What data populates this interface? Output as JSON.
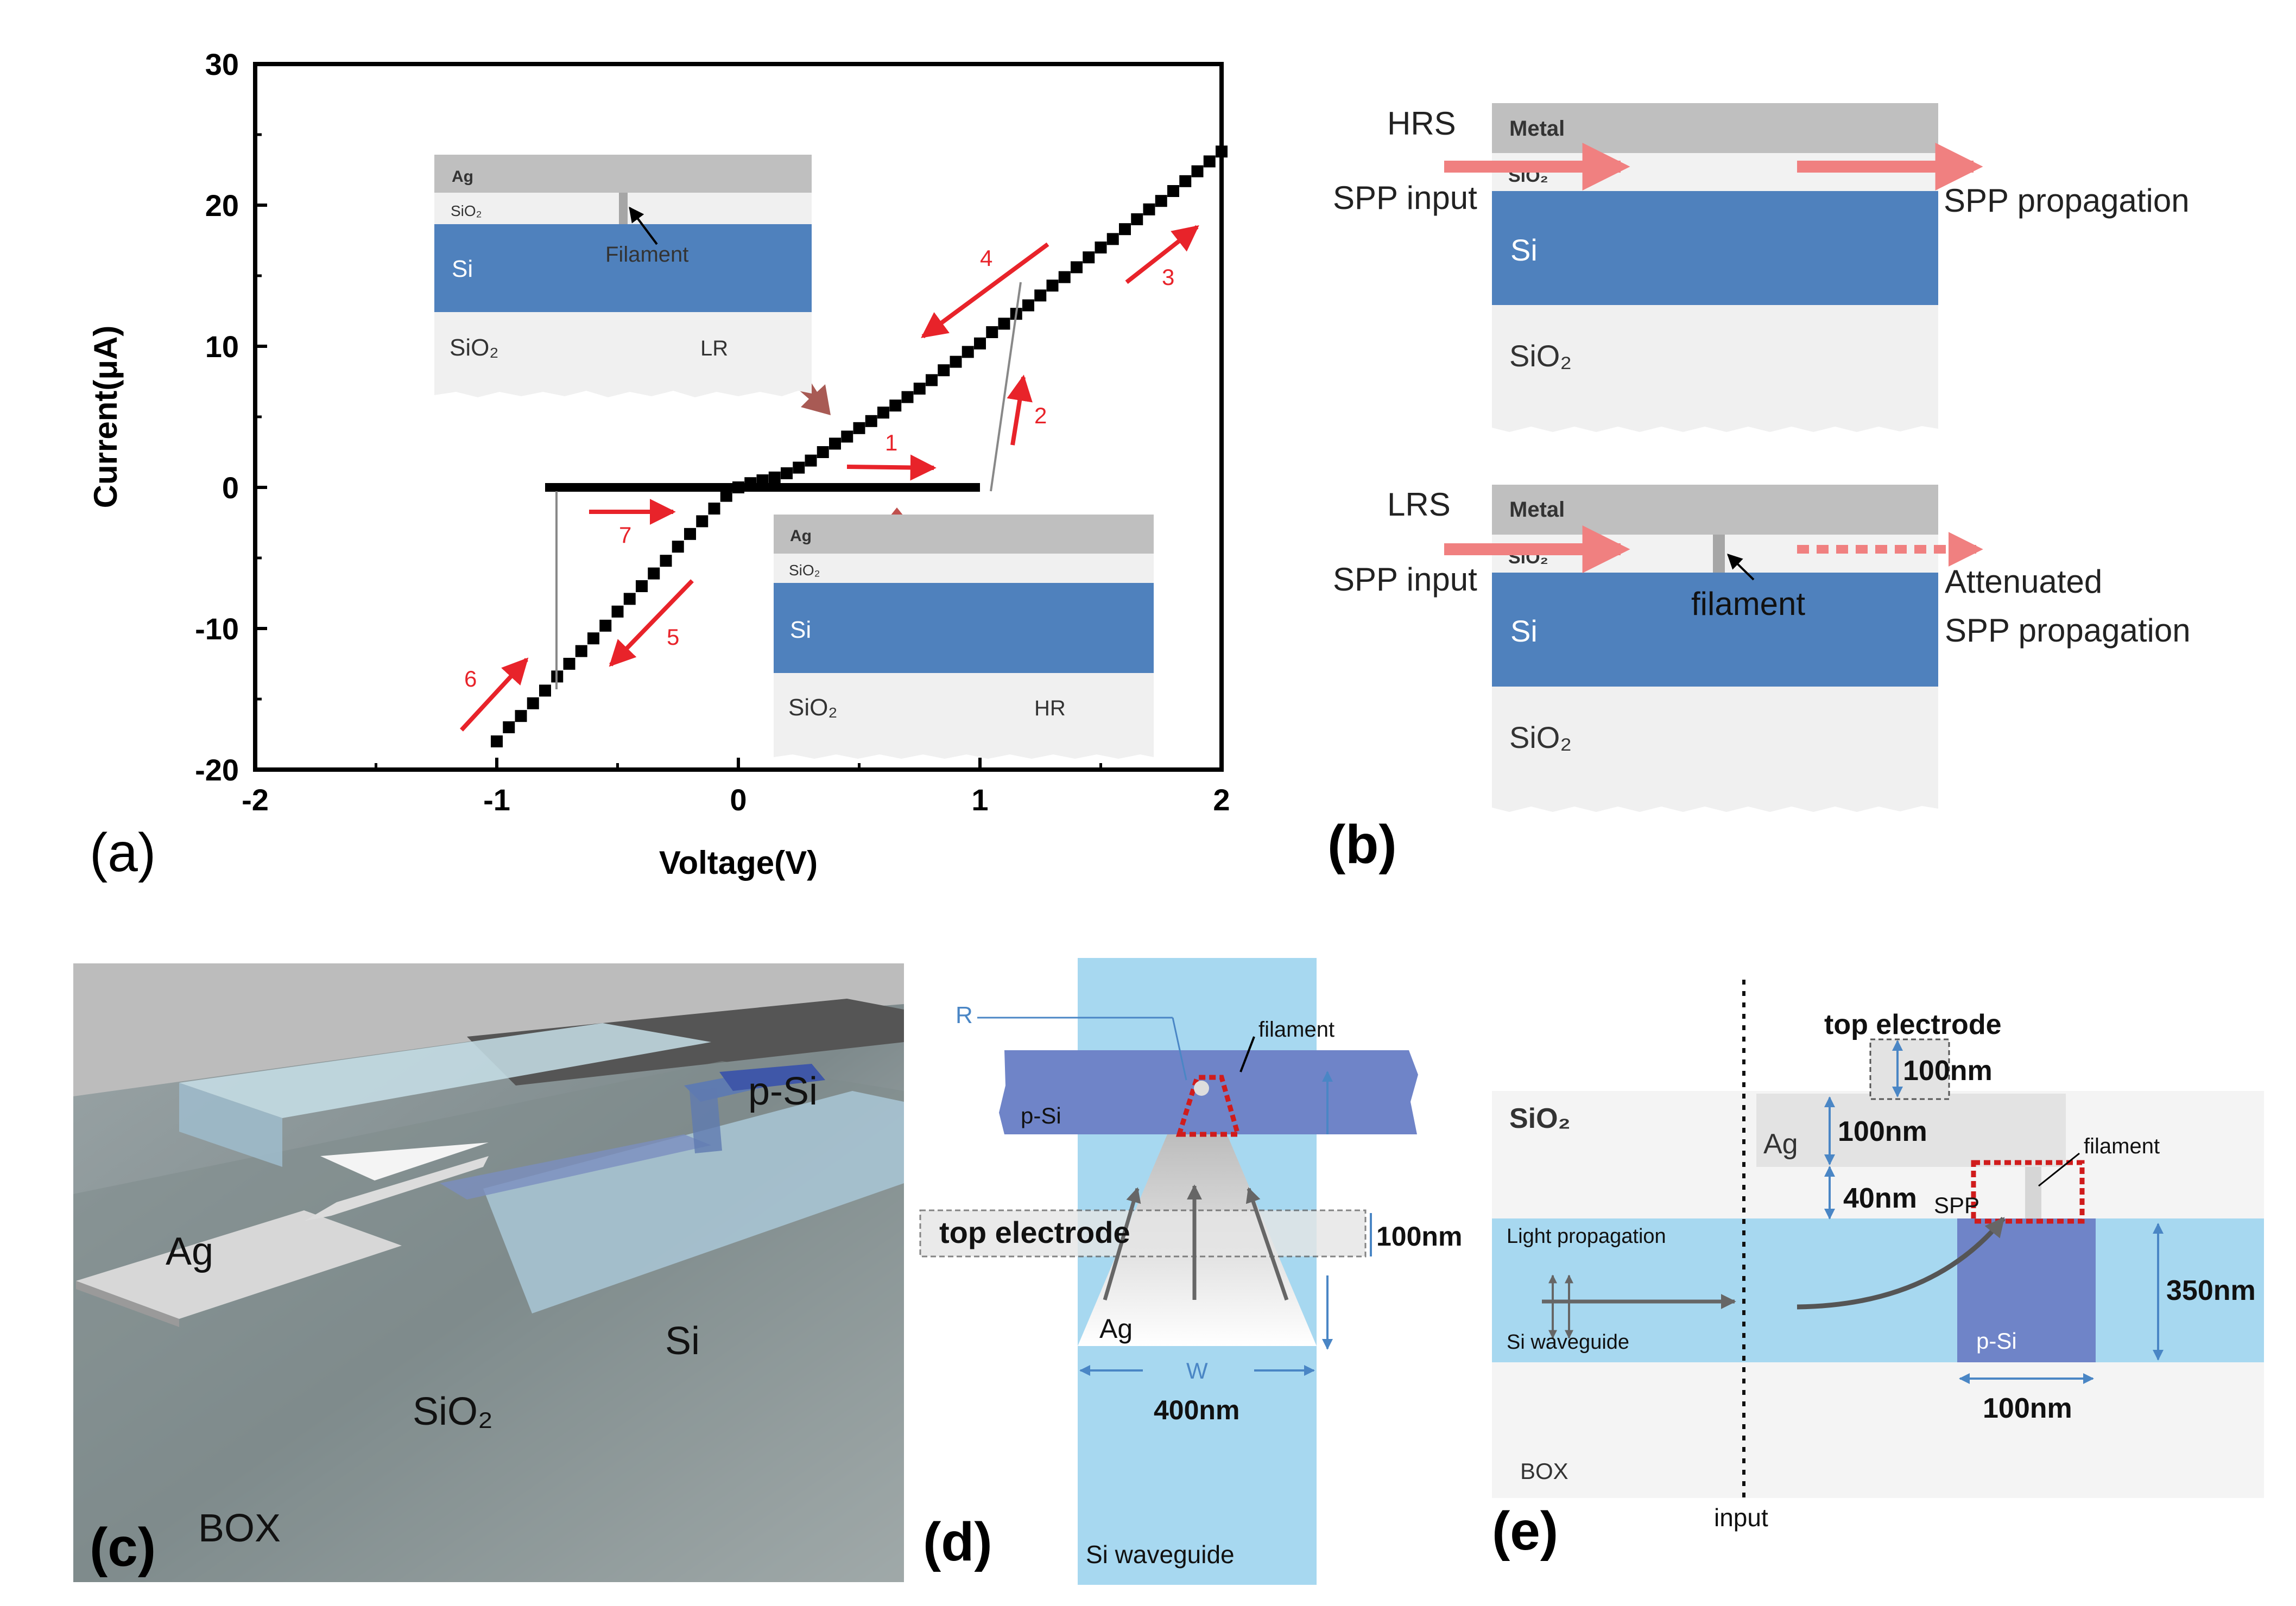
{
  "panel_a": {
    "label": "(a)",
    "xlabel": "Voltage(V)",
    "ylabel": "Current(μA)",
    "inset_lr": {
      "ag": "Ag",
      "sio2_top": "SiO₂",
      "si": "Si",
      "filament": "Filament",
      "sio2_bottom": "SiO₂",
      "state": "LR"
    },
    "inset_hr": {
      "ag": "Ag",
      "sio2_top": "SiO₂",
      "si": "Si",
      "sio2_bottom": "SiO₂",
      "state": "HR"
    },
    "arrow_numbers": [
      "1",
      "2",
      "3",
      "4",
      "5",
      "6",
      "7"
    ]
  },
  "chart_data": {
    "type": "scatter",
    "title": "",
    "xlabel": "Voltage(V)",
    "ylabel": "Current(μA)",
    "xlim": [
      -2,
      2
    ],
    "ylim": [
      -20,
      30
    ],
    "xticks": [
      -2,
      -1,
      0,
      1,
      2
    ],
    "yticks": [
      -20,
      -10,
      0,
      10,
      20,
      30
    ],
    "grid": false,
    "series": [
      {
        "points": [
          [
            -1.0,
            -18.0
          ],
          [
            -0.95,
            -17.0
          ],
          [
            -0.9,
            -16.2
          ],
          [
            -0.85,
            -15.3
          ],
          [
            -0.8,
            -14.4
          ],
          [
            -0.75,
            -13.4
          ],
          [
            -0.7,
            -12.5
          ],
          [
            -0.65,
            -11.6
          ],
          [
            -0.6,
            -10.7
          ],
          [
            -0.55,
            -9.8
          ],
          [
            -0.5,
            -8.8
          ],
          [
            -0.45,
            -7.9
          ],
          [
            -0.4,
            -7.0
          ],
          [
            -0.35,
            -6.1
          ],
          [
            -0.3,
            -5.2
          ],
          [
            -0.25,
            -4.2
          ],
          [
            -0.2,
            -3.3
          ],
          [
            -0.15,
            -2.4
          ],
          [
            -0.1,
            -1.5
          ],
          [
            -0.05,
            -0.6
          ],
          [
            0.0,
            0.0
          ],
          [
            0.05,
            0.3
          ],
          [
            0.1,
            0.5
          ],
          [
            0.15,
            0.7
          ],
          [
            0.2,
            1.0
          ],
          [
            0.25,
            1.4
          ],
          [
            0.3,
            1.9
          ],
          [
            0.35,
            2.5
          ],
          [
            0.4,
            3.1
          ],
          [
            0.45,
            3.6
          ],
          [
            0.5,
            4.2
          ],
          [
            0.55,
            4.7
          ],
          [
            0.6,
            5.3
          ],
          [
            0.65,
            5.8
          ],
          [
            0.7,
            6.4
          ],
          [
            0.75,
            7.0
          ],
          [
            0.8,
            7.6
          ],
          [
            0.85,
            8.3
          ],
          [
            0.9,
            8.9
          ],
          [
            0.95,
            9.6
          ],
          [
            1.0,
            10.2
          ],
          [
            1.05,
            11.0
          ],
          [
            1.1,
            11.6
          ],
          [
            1.15,
            12.3
          ],
          [
            1.2,
            12.9
          ],
          [
            1.25,
            13.6
          ],
          [
            1.3,
            14.3
          ],
          [
            1.35,
            14.9
          ],
          [
            1.4,
            15.6
          ],
          [
            1.45,
            16.3
          ],
          [
            1.5,
            17.0
          ],
          [
            1.55,
            17.6
          ],
          [
            1.6,
            18.3
          ],
          [
            1.65,
            19.0
          ],
          [
            1.7,
            19.7
          ],
          [
            1.75,
            20.3
          ],
          [
            1.8,
            21.0
          ],
          [
            1.85,
            21.7
          ],
          [
            1.9,
            22.4
          ],
          [
            1.95,
            23.1
          ],
          [
            2.0,
            23.8
          ]
        ]
      },
      {
        "points": [
          [
            -0.8,
            0.0
          ],
          [
            -0.6,
            0.0
          ],
          [
            -0.4,
            0.0
          ],
          [
            -0.2,
            0.0
          ],
          [
            0.0,
            0.0
          ],
          [
            0.2,
            0.0
          ],
          [
            0.4,
            0.0
          ],
          [
            0.6,
            0.0
          ],
          [
            0.8,
            0.0
          ],
          [
            1.0,
            0.0
          ]
        ]
      }
    ]
  },
  "panel_b": {
    "label": "(b)",
    "top": {
      "state": "HRS",
      "metal": "Metal",
      "sio2_thin": "SiO₂",
      "si": "Si",
      "sio2_bottom": "SiO₂",
      "input": "SPP input",
      "output": "SPP propagation"
    },
    "bottom": {
      "state": "LRS",
      "metal": "Metal",
      "sio2_thin": "SiO₂",
      "si": "Si",
      "filament": "filament",
      "sio2_bottom": "SiO₂",
      "input": "SPP input",
      "output_line1": "Attenuated",
      "output_line2": "SPP propagation"
    }
  },
  "panel_c": {
    "label": "(c)",
    "psi": "p-Si",
    "ag": "Ag",
    "si": "Si",
    "sio2": "SiO₂",
    "box": "BOX"
  },
  "panel_d": {
    "label": "(d)",
    "r": "R",
    "filament": "filament",
    "psi": "p-Si",
    "top_electrode": "top electrode",
    "dim_100": "100nm",
    "ag": "Ag",
    "w": "W",
    "dim_400": "400nm",
    "si_waveguide": "Si waveguide"
  },
  "panel_e": {
    "label": "(e)",
    "top_electrode": "top electrode",
    "dim_100_top": "100nm",
    "sio2": "SiO₂",
    "ag": "Ag",
    "dim_100_ag": "100nm",
    "dim_40": "40nm",
    "spp": "SPP",
    "filament": "filament",
    "light_propagation": "Light propagation",
    "si_waveguide": "Si waveguide",
    "psi": "p-Si",
    "dim_350": "350nm",
    "dim_100_bottom": "100nm",
    "box": "BOX",
    "input": "input"
  },
  "colors": {
    "si_blue": "#4f81bd",
    "psi_blue": "#6f84c8",
    "waveguide_blue": "#a7d8f0",
    "arrow_red": "#e8232a",
    "spp_pink": "#f08080",
    "inset_gray": "#bfbfbf",
    "dim_blue": "#4a86c5"
  }
}
